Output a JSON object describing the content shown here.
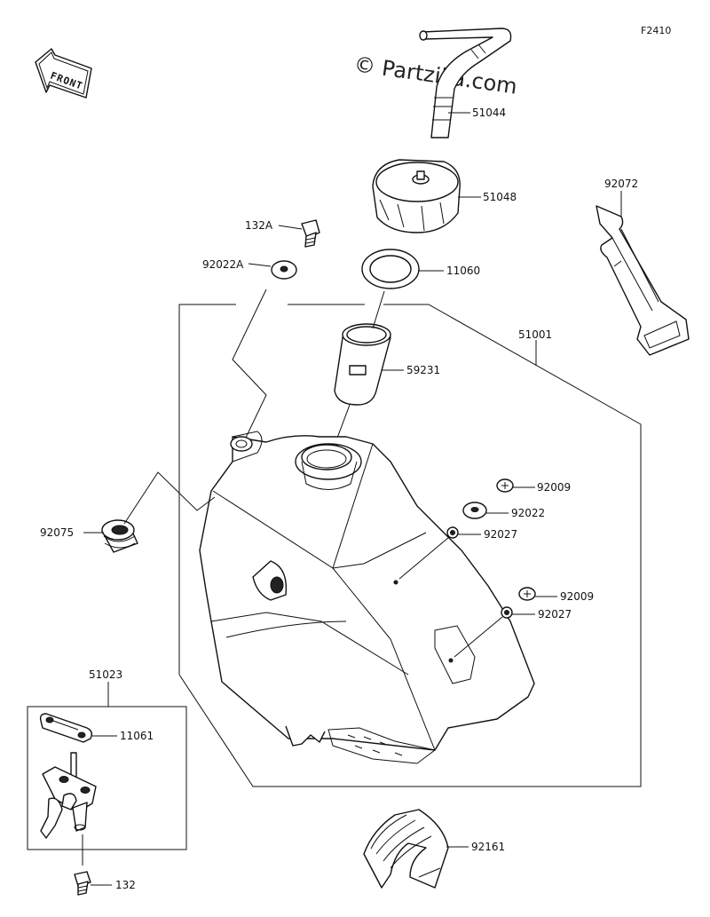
{
  "figure_code": "F2410",
  "watermark": "© Partzilla.com",
  "front_label": "FRONT",
  "parts": [
    {
      "id": "51044",
      "label": "51044"
    },
    {
      "id": "51048",
      "label": "51048"
    },
    {
      "id": "132A",
      "label": "132A"
    },
    {
      "id": "92022A",
      "label": "92022A"
    },
    {
      "id": "11060",
      "label": "11060"
    },
    {
      "id": "92072",
      "label": "92072"
    },
    {
      "id": "51001",
      "label": "51001"
    },
    {
      "id": "59231",
      "label": "59231"
    },
    {
      "id": "92009a",
      "label": "92009"
    },
    {
      "id": "92022",
      "label": "92022"
    },
    {
      "id": "92027a",
      "label": "92027"
    },
    {
      "id": "92075",
      "label": "92075"
    },
    {
      "id": "92009b",
      "label": "92009"
    },
    {
      "id": "92027b",
      "label": "92027"
    },
    {
      "id": "51023",
      "label": "51023"
    },
    {
      "id": "11061",
      "label": "11061"
    },
    {
      "id": "92161",
      "label": "92161"
    },
    {
      "id": "132",
      "label": "132"
    }
  ]
}
